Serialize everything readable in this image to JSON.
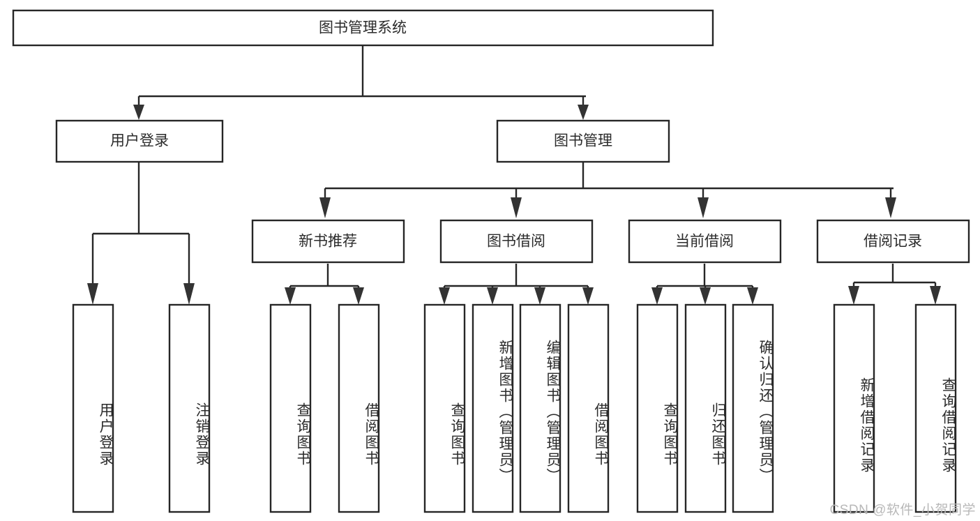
{
  "diagram": {
    "title": "图书管理系统",
    "type": "tree-hierarchy-chart",
    "root": {
      "id": "root",
      "label": "图书管理系统"
    },
    "level1": [
      {
        "id": "user-login",
        "label": "用户登录"
      },
      {
        "id": "book-management",
        "label": "图书管理"
      }
    ],
    "level2": [
      {
        "id": "new-book-recommend",
        "label": "新书推荐",
        "parent": "book-management"
      },
      {
        "id": "book-borrow",
        "label": "图书借阅",
        "parent": "book-management"
      },
      {
        "id": "current-borrow",
        "label": "当前借阅",
        "parent": "book-management"
      },
      {
        "id": "borrow-record",
        "label": "借阅记录",
        "parent": "book-management"
      }
    ],
    "leaves": [
      {
        "id": "leaf-user-login",
        "label": "用户登录",
        "parent": "user-login"
      },
      {
        "id": "leaf-user-logout",
        "label": "注销登录",
        "parent": "user-login"
      },
      {
        "id": "leaf-query-book-1",
        "label": "查询图书",
        "parent": "new-book-recommend"
      },
      {
        "id": "leaf-borrow-book-1",
        "label": "借阅图书",
        "parent": "new-book-recommend"
      },
      {
        "id": "leaf-query-book-2",
        "label": "查询图书",
        "parent": "book-borrow"
      },
      {
        "id": "leaf-add-book",
        "label": "新增图书（管理员）",
        "parent": "book-borrow"
      },
      {
        "id": "leaf-edit-book",
        "label": "编辑图书（管理员）",
        "parent": "book-borrow"
      },
      {
        "id": "leaf-borrow-book-2",
        "label": "借阅图书",
        "parent": "book-borrow"
      },
      {
        "id": "leaf-query-book-3",
        "label": "查询图书",
        "parent": "current-borrow"
      },
      {
        "id": "leaf-return-book",
        "label": "归还图书",
        "parent": "current-borrow"
      },
      {
        "id": "leaf-confirm-return",
        "label": "确认归还（管理员）",
        "parent": "current-borrow"
      },
      {
        "id": "leaf-add-record",
        "label": "新增借阅记录",
        "parent": "borrow-record"
      },
      {
        "id": "leaf-query-record",
        "label": "查询借阅记录",
        "parent": "borrow-record"
      }
    ],
    "watermark": "CSDN @软件_小贺同学",
    "colors": {
      "box_stroke": "#262626",
      "box_fill": "#ffffff",
      "text": "#2b2b2b",
      "connector": "#262626",
      "watermark": "#b8b8b8",
      "background": "#ffffff"
    }
  }
}
